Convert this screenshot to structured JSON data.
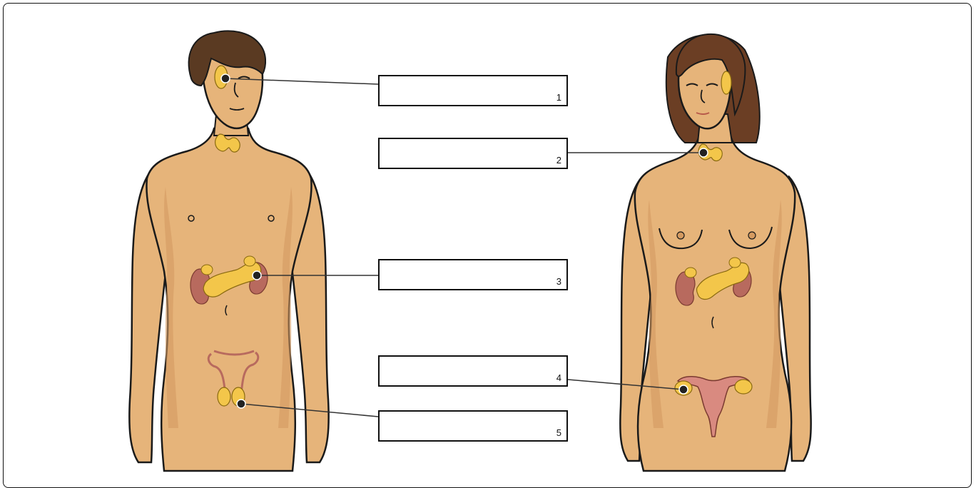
{
  "labels": [
    {
      "id": "1",
      "number": "1",
      "value": ""
    },
    {
      "id": "2",
      "number": "2",
      "value": ""
    },
    {
      "id": "3",
      "number": "3",
      "value": ""
    },
    {
      "id": "4",
      "number": "4",
      "value": ""
    },
    {
      "id": "5",
      "number": "5",
      "value": ""
    }
  ],
  "colors": {
    "skin": "#e6b47a",
    "skin_shadow": "#d49a60",
    "hair_male": "#5a3a22",
    "hair_female": "#6b3e24",
    "gland": "#f3c64a",
    "gland_outline": "#8a6a10",
    "kidney": "#b86a5e",
    "uterus": "#d98a80",
    "outline": "#1a1a1a"
  }
}
